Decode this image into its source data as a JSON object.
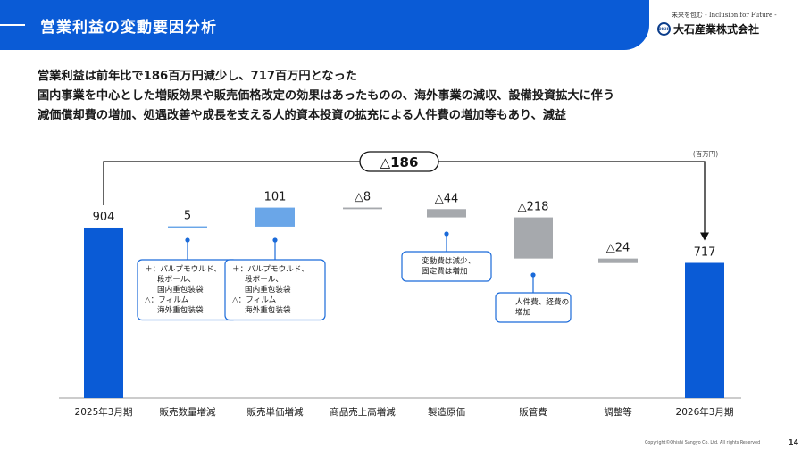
{
  "header": {
    "title": "営業利益の変動要因分析",
    "tagline": "未来を包む - Inclusion for Future -",
    "company": "大石産業株式会社",
    "logo_mark": "OISHI"
  },
  "summary": {
    "line1": "営業利益は前年比で186百万円減少し、717百万円となった",
    "line2": "国内事業を中心とした増販効果や販売価格改定の効果はあったものの、海外事業の減収、設備投資拡大に伴う",
    "line3": "減価償却費の増加、処遇改善や成長を支える人的資本投資の拡充による人件費の増加等もあり、減益"
  },
  "chart_data": {
    "type": "bar",
    "subtype": "waterfall",
    "unit_label": "(百万円)",
    "total_change_label": "△186",
    "categories": [
      "2025年3月期",
      "販売数量増減",
      "販売単価増減",
      "商品売上高増減",
      "製造原価",
      "販管費",
      "調整等",
      "2026年3月期"
    ],
    "values": [
      904,
      5,
      101,
      -8,
      -44,
      -218,
      -24,
      717
    ],
    "value_labels": [
      "904",
      "5",
      "101",
      "△8",
      "△44",
      "△218",
      "△24",
      "717"
    ],
    "bar_kinds": [
      "total",
      "increase",
      "increase",
      "decrease",
      "decrease",
      "decrease",
      "decrease",
      "total"
    ],
    "colors": {
      "total": "#0a5bd6",
      "increase": "#6aa6e8",
      "decrease": "#a6a9ad",
      "callout": "#1a6ad9"
    },
    "callouts": [
      {
        "category": "販売数量増減",
        "lines": [
          "＋：パルプモウルド、",
          "段ボール、",
          "国内重包装袋",
          "△：フィルム",
          "海外重包装袋"
        ]
      },
      {
        "category": "販売単価増減",
        "lines": [
          "＋：パルプモウルド、",
          "段ボール、",
          "国内重包装袋",
          "△：フィルム",
          "海外重包装袋"
        ]
      },
      {
        "category": "製造原価",
        "lines": [
          "変動費は減少、",
          "固定費は増加"
        ]
      },
      {
        "category": "販管費",
        "lines": [
          "人件費、経費の",
          "増加"
        ]
      }
    ]
  },
  "footer": {
    "copyright": "Copyright©Ohishi Sangyo Co. Ltd. All rights Reserved",
    "page": "14"
  }
}
